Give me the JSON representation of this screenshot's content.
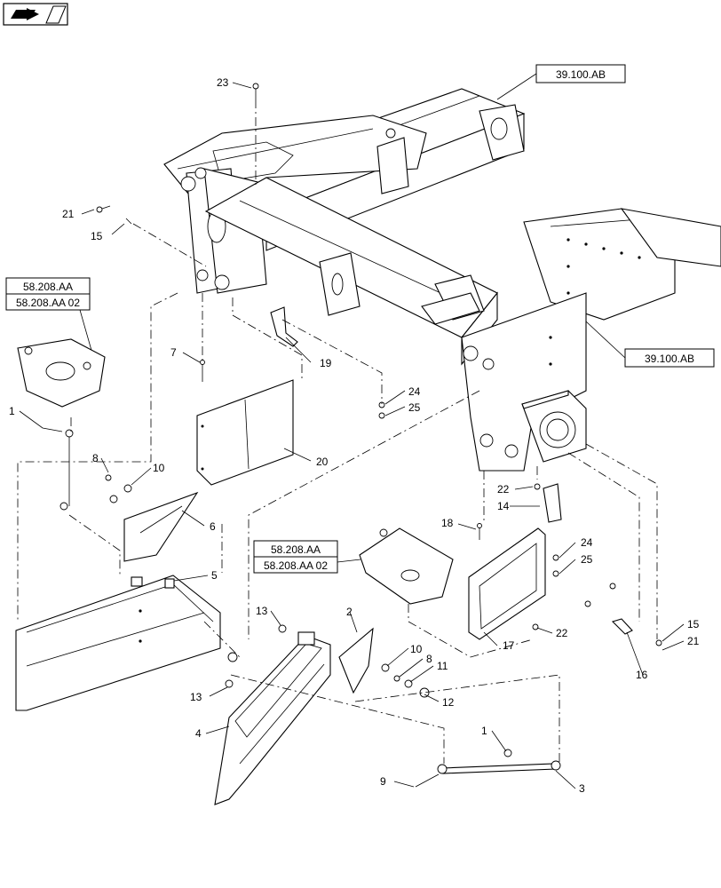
{
  "nav_icon": "book-arrow-icon",
  "refs": {
    "frame_top": "39.100.AB",
    "frame_right": "39.100.AB",
    "left_a": "58.208.AA",
    "left_b": "58.208.AA 02",
    "mid_a": "58.208.AA",
    "mid_b": "58.208.AA 02"
  },
  "callouts": {
    "c23": "23",
    "c21a": "21",
    "c15a": "15",
    "c7": "7",
    "c19": "19",
    "c24a": "24",
    "c25a": "25",
    "c20": "20",
    "c1a": "1",
    "c8a": "8",
    "c10a": "10",
    "c6": "6",
    "c5": "5",
    "c13a": "13",
    "c13b": "13",
    "c22a": "22",
    "c14": "14",
    "c18": "18",
    "c24b": "24",
    "c25b": "25",
    "c17": "17",
    "c22b": "22",
    "c2": "2",
    "c10b": "10",
    "c8b": "8",
    "c11": "11",
    "c12": "12",
    "c16": "16",
    "c15b": "15",
    "c21b": "21",
    "c4": "4",
    "c1b": "1",
    "c9": "9",
    "c3": "3"
  },
  "colors": {
    "line": "#000000",
    "background": "#ffffff"
  }
}
